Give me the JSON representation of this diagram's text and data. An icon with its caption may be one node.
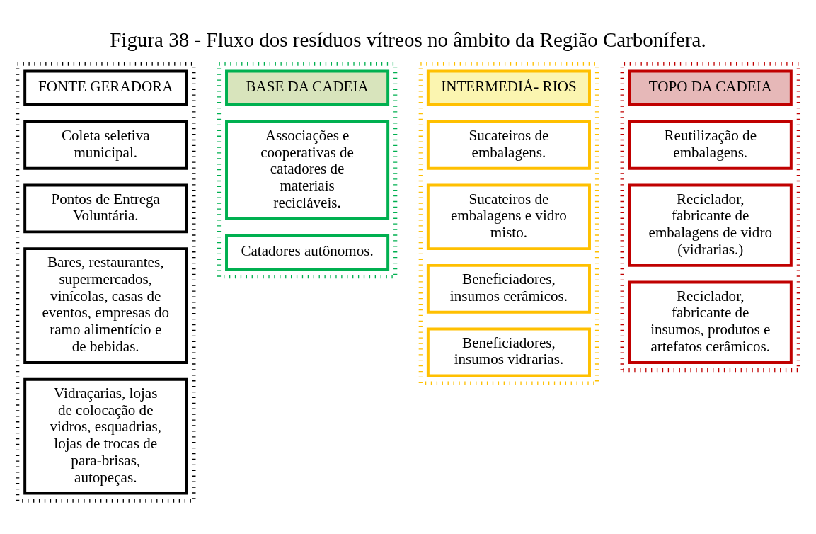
{
  "diagram": {
    "title": "Figura 38 - Fluxo dos resíduos vítreos no âmbito da Região Carbonífera.",
    "nodes": [
      {
        "text": [],
        "shape": "box"
      },
      {
        "text": [
          "FONTE GERADORA"
        ],
        "in": 0
      },
      {
        "text": [
          "Coleta seletiva municipal."
        ],
        "in": 0
      },
      {
        "text": [
          "Pontos de Entrega Voluntária."
        ],
        "in": 0
      },
      {
        "text": [
          "Bares, restaurantes, supermercados, vinícolas, casas de eventos, empresas do ramo alimentício e de bebidas."
        ],
        "in": 0
      },
      {
        "text": [
          "Vidraçarias, lojas de colocação de vidros, esquadrias, lojas de trocas de para-brisas, autopeças."
        ],
        "in": 0
      },
      {
        "text": [],
        "shape": "box"
      },
      {
        "text": [
          "BASE DA CADEIA"
        ],
        "in": 6
      },
      {
        "text": [
          "Associações e cooperativas de catadores de materiais recicláveis."
        ],
        "in": 6
      },
      {
        "text": [
          "Catadores autônomos."
        ],
        "in": 6
      },
      {
        "text": [],
        "shape": "box"
      },
      {
        "text": [
          "INTERMEDIÁ- RIOS"
        ],
        "in": 10
      },
      {
        "text": [
          "Sucateiros de embalagens."
        ],
        "in": 10
      },
      {
        "text": [
          "Sucateiros de embalagens e vidro misto."
        ],
        "in": 10
      },
      {
        "text": [
          "Beneficiadores, insumos cerâmicos."
        ],
        "in": 10
      },
      {
        "text": [
          "Beneficiadores, insumos vidrarias."
        ],
        "in": 10
      },
      {
        "text": [],
        "shape": "box"
      },
      {
        "text": [
          "TOPO DA CADEIA"
        ],
        "in": 16
      },
      {
        "text": [
          "Reutilização de embalagens."
        ],
        "in": 16
      },
      {
        "text": [
          "Reciclador, fabricante de embalagens de vidro (vidrarias.)"
        ],
        "in": 16
      },
      {
        "text": [
          "Reciclador, fabricante de insumos, produtos e artefatos cerâmicos."
        ],
        "in": 16
      }
    ]
  }
}
